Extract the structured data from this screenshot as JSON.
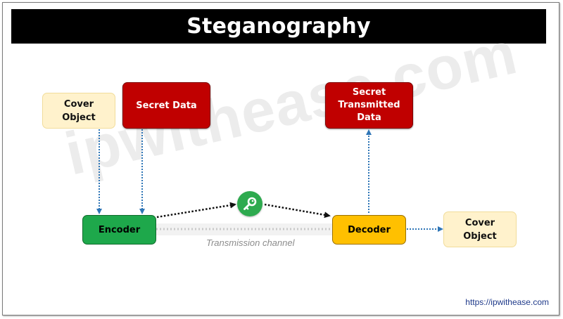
{
  "title": "Steganography",
  "watermark": "ipwithease.com",
  "nodes": {
    "cover_object_in": "Cover\nObject",
    "secret_data": "Secret Data",
    "secret_transmitted_data": "Secret\nTransmitted\nData",
    "encoder": "Encoder",
    "decoder": "Decoder",
    "cover_object_out": "Cover\nObject"
  },
  "channel_label": "Transmission channel",
  "key_icon": "key-icon",
  "footer_url": "https://ipwithease.com",
  "colors": {
    "title_bg": "#000000",
    "cover": "#fff2cc",
    "secret": "#c00000",
    "encoder": "#1ea84b",
    "decoder": "#ffc000",
    "arrow_blue": "#2e75b6",
    "key": "#2eaa4f"
  }
}
